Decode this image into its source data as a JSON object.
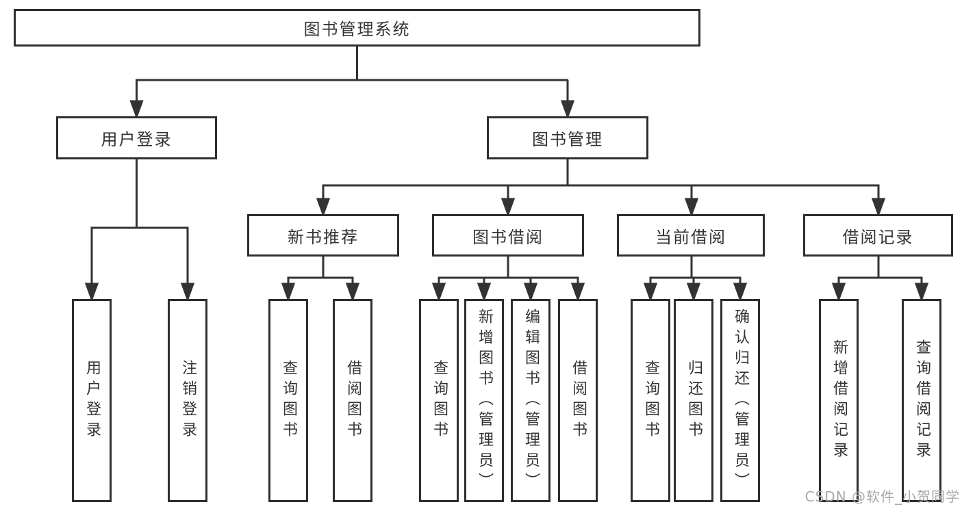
{
  "diagram": {
    "root": {
      "label": "图书管理系统"
    },
    "level2": [
      {
        "label": "用户登录",
        "parent": "图书管理系统"
      },
      {
        "label": "图书管理",
        "parent": "图书管理系统"
      }
    ],
    "level3": [
      {
        "label": "新书推荐",
        "parent": "图书管理"
      },
      {
        "label": "图书借阅",
        "parent": "图书管理"
      },
      {
        "label": "当前借阅",
        "parent": "图书管理"
      },
      {
        "label": "借阅记录",
        "parent": "图书管理"
      }
    ],
    "leaves": [
      {
        "label": "用户登录",
        "parent": "用户登录"
      },
      {
        "label": "注销登录",
        "parent": "用户登录"
      },
      {
        "label": "查询图书",
        "parent": "新书推荐"
      },
      {
        "label": "借阅图书",
        "parent": "新书推荐"
      },
      {
        "label": "查询图书",
        "parent": "图书借阅"
      },
      {
        "label": "新增图书（管理员）",
        "parent": "图书借阅"
      },
      {
        "label": "编辑图书（管理员）",
        "parent": "图书借阅"
      },
      {
        "label": "借阅图书",
        "parent": "图书借阅"
      },
      {
        "label": "查询图书",
        "parent": "当前借阅"
      },
      {
        "label": "归还图书",
        "parent": "当前借阅"
      },
      {
        "label": "确认归还（管理员）",
        "parent": "当前借阅"
      },
      {
        "label": "新增借阅记录",
        "parent": "借阅记录"
      },
      {
        "label": "查询借阅记录",
        "parent": "借阅记录"
      }
    ]
  },
  "watermark": {
    "text": "CSDN @软件_小贺同学"
  },
  "colors": {
    "line": "#333333",
    "box_border": "#2e2e2e",
    "text": "#333333",
    "background": "#ffffff",
    "watermark": "#a8a8a8"
  }
}
